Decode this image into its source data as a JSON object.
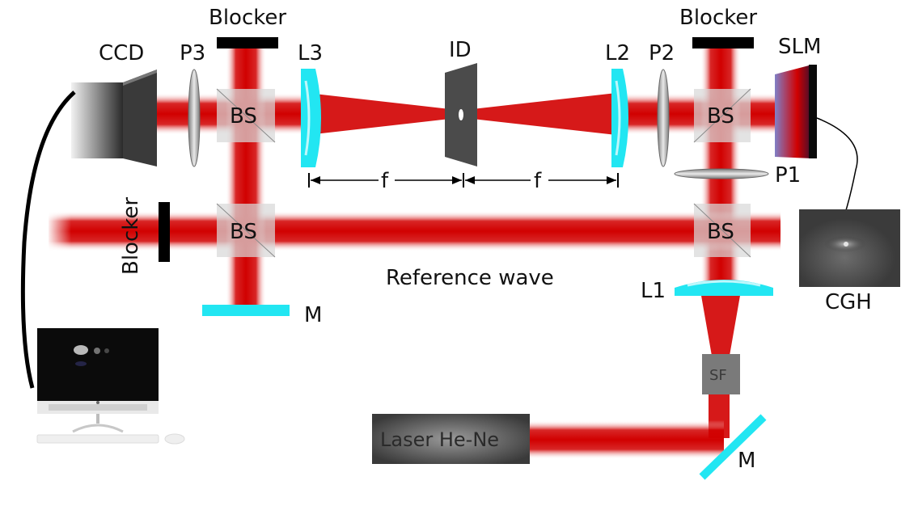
{
  "labels": {
    "ccd": "CCD",
    "p3": "P3",
    "blocker_top_left": "Blocker",
    "l3": "L3",
    "id": "ID",
    "l2": "L2",
    "p2": "P2",
    "blocker_top_right": "Blocker",
    "slm": "SLM",
    "bs": "BS",
    "p1": "P1",
    "f": "f",
    "blocker_left": "Blocker",
    "reference_wave": "Reference wave",
    "m": "M",
    "l1": "L1",
    "cgh": "CGH",
    "sf": "SF",
    "laser": "Laser He-Ne"
  },
  "colors": {
    "beam": "#d10000",
    "optic_cyan": "#22e6f2",
    "blocker": "#000000",
    "bs_cube": "#d8d8d8"
  }
}
